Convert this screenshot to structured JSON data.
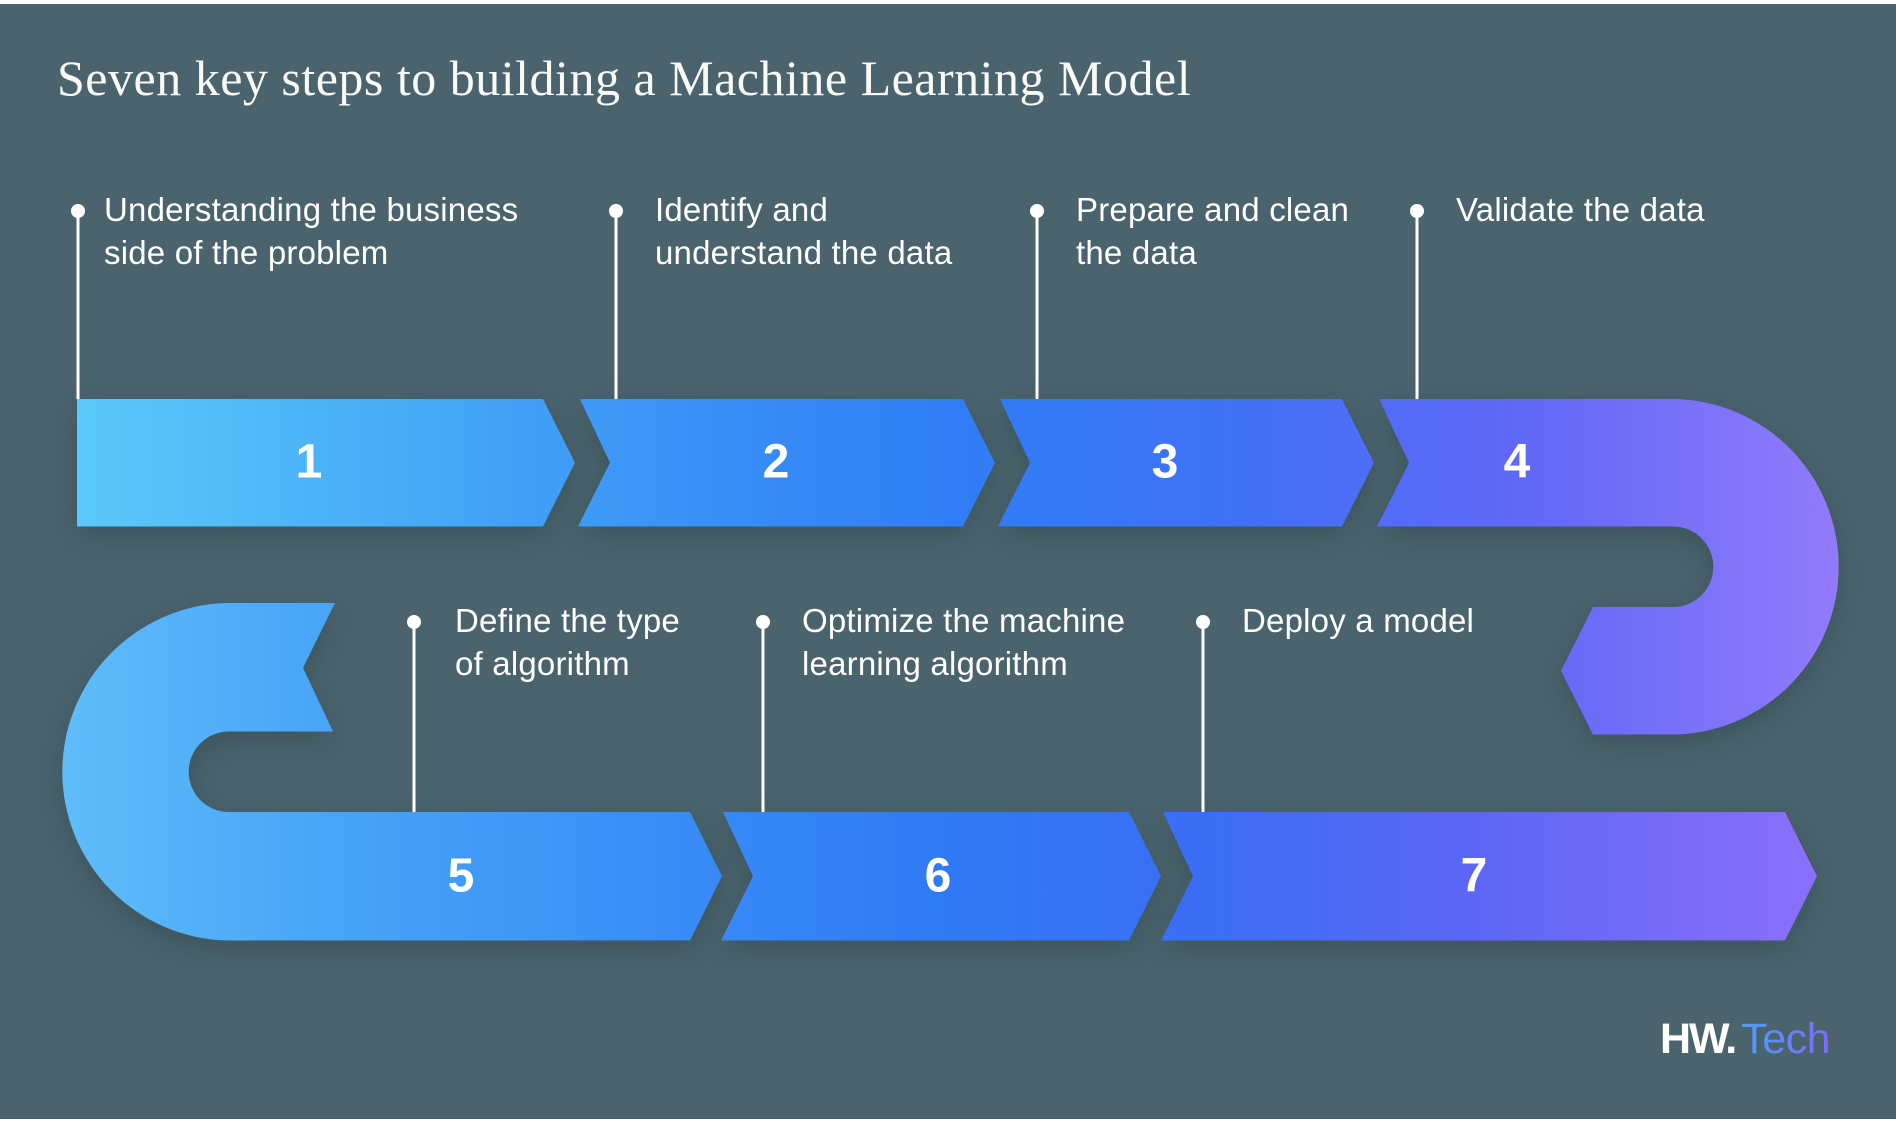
{
  "title": "Seven key steps to building a Machine Learning Model",
  "steps": [
    {
      "number": "1",
      "lines": [
        "Understanding the business",
        "side of the problem"
      ]
    },
    {
      "number": "2",
      "lines": [
        "Identify and",
        "understand the data"
      ]
    },
    {
      "number": "3",
      "lines": [
        "Prepare and clean",
        "the data"
      ]
    },
    {
      "number": "4",
      "lines": [
        "Validate the data"
      ]
    },
    {
      "number": "5",
      "lines": [
        "Define the type",
        "of algorithm"
      ]
    },
    {
      "number": "6",
      "lines": [
        "Optimize the machine",
        "learning algorithm"
      ]
    },
    {
      "number": "7",
      "lines": [
        "Deploy a model"
      ]
    }
  ],
  "logo": {
    "brand": "HW.",
    "suffix": "Tech"
  },
  "colors": {
    "background": "#4A636D",
    "flow_gradient_start": "#5BC9FA",
    "flow_gradient_mid": "#307DF5",
    "flow_gradient_end": "#927BFB",
    "bottom_gradient_start": "#60BDF9",
    "bottom_gradient_end": "#8A70FA",
    "text": "#FFFFFF",
    "logo_tech_start": "#4D9FF8",
    "logo_tech_end": "#7E6AF9"
  }
}
